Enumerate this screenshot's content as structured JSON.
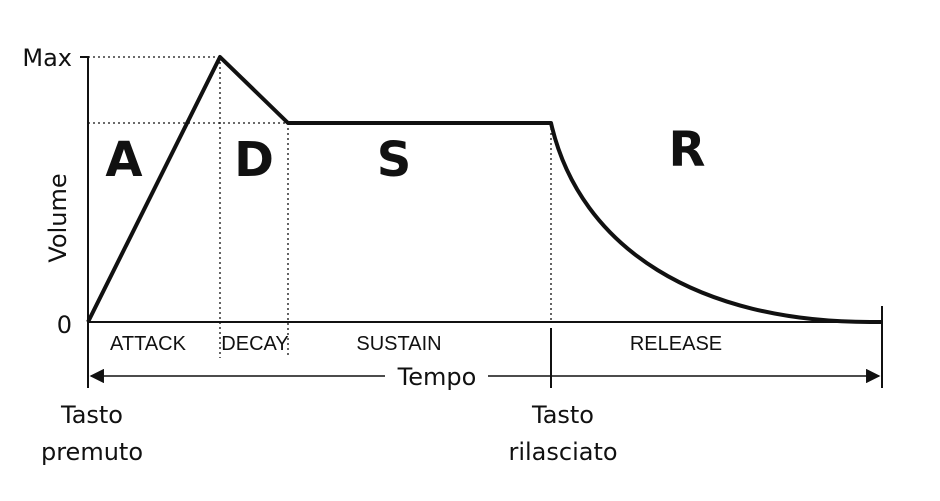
{
  "axes": {
    "y_max_label": "Max",
    "y_zero_label": "0",
    "y_axis_label": "Volume",
    "x_axis_label": "Tempo"
  },
  "phases": [
    {
      "key": "attack",
      "letter": "A",
      "name": "ATTACK"
    },
    {
      "key": "decay",
      "letter": "D",
      "name": "DECAY"
    },
    {
      "key": "sustain",
      "letter": "S",
      "name": "SUSTAIN"
    },
    {
      "key": "release",
      "letter": "R",
      "name": "RELEASE"
    }
  ],
  "events": {
    "key_pressed": [
      "Tasto",
      "premuto"
    ],
    "key_released": [
      "Tasto",
      "rilasciato"
    ]
  },
  "colors": {
    "ink": "#111111",
    "background": "#ffffff"
  }
}
